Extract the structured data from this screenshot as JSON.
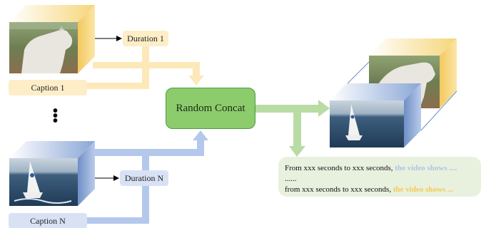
{
  "labels": {
    "duration_1": "Duration 1",
    "caption_1": "Caption 1",
    "duration_n": "Duration N",
    "caption_n": "Caption N",
    "random_concat": "Random Concat",
    "ellipsis_dots": "⋮"
  },
  "output": {
    "line1_prefix": "From xxx seconds to xxx seconds, ",
    "line1_highlight": "the video shows ....",
    "line2": "......",
    "line3_prefix": "from xxx seconds to xxx seconds, ",
    "line3_highlight": "the video shows ..."
  },
  "colors": {
    "yellow_flow": "#fde9b8",
    "blue_flow": "#b4c8ec",
    "green_flow": "#b9dba4",
    "concat_fill": "#8ccc6c",
    "output_bg": "#e8f1de"
  },
  "icons": {
    "clip_1": "horse-video-clip",
    "clip_n": "sailboat-video-clip",
    "output_clips": "concatenated-video-clips"
  }
}
